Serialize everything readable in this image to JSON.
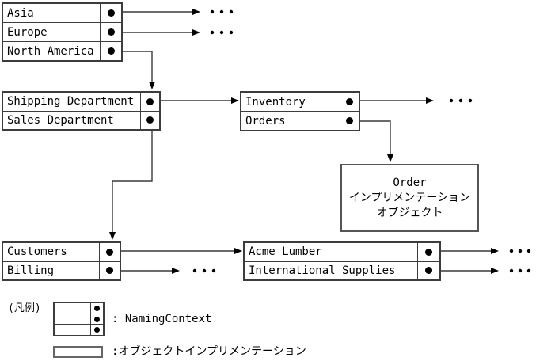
{
  "boxes": {
    "regions": {
      "rows": [
        "Asia",
        "Europe",
        "North America"
      ]
    },
    "departments": {
      "rows": [
        "Shipping Department",
        "Sales Department"
      ]
    },
    "inventory_orders": {
      "rows": [
        "Inventory",
        "Orders"
      ]
    },
    "customers_billing": {
      "rows": [
        "Customers",
        "Billing"
      ]
    },
    "suppliers": {
      "rows": [
        "Acme Lumber",
        "International Supplies"
      ]
    },
    "order_implementation": {
      "lines": [
        "Order",
        "インプリメンテーション",
        "オブジェクト"
      ]
    }
  },
  "legend": {
    "caption": "(凡例)",
    "naming_context_label": ": NamingContext",
    "object_implementation_label": ":オブジェクトインプリメンテーション"
  },
  "colors": {
    "line": "#3a3a3a",
    "bullet": "#000000",
    "text": "#000000",
    "background": "#ffffff"
  }
}
